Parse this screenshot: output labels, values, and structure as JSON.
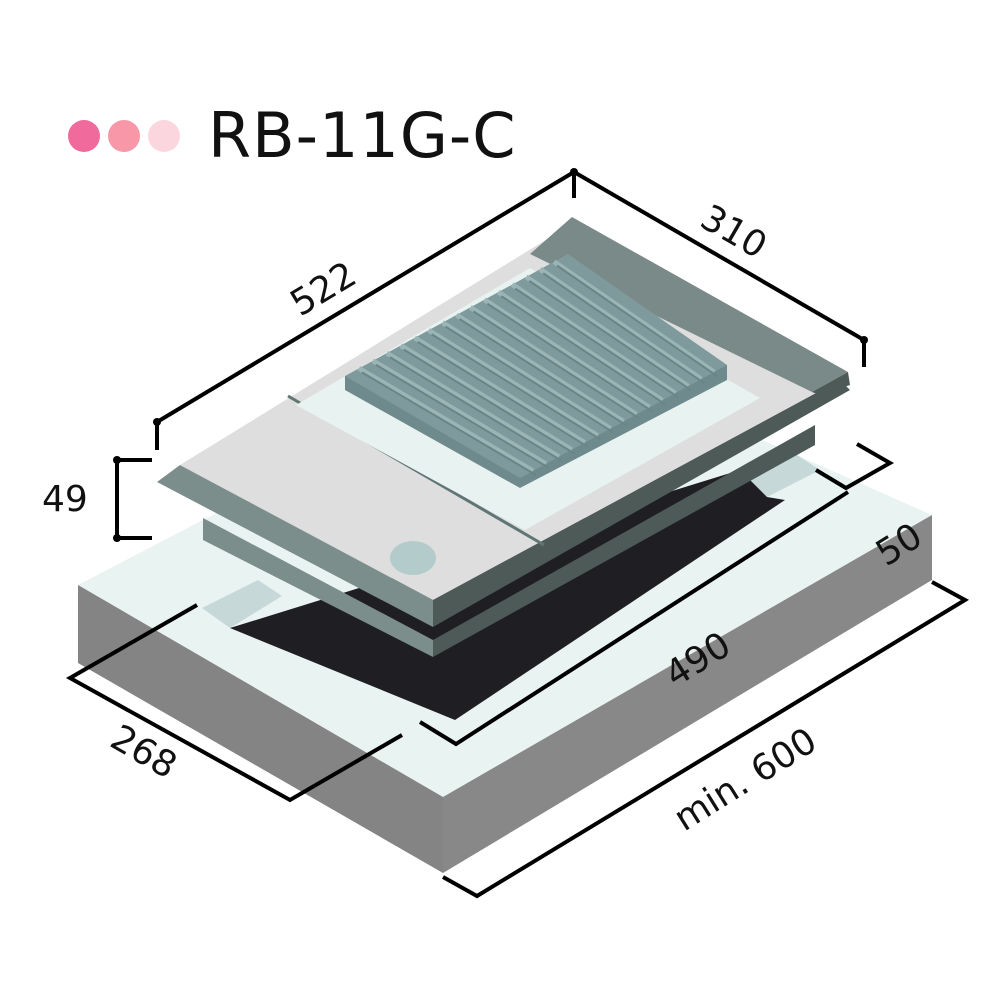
{
  "header": {
    "model_name": "RB-11G-C",
    "color_dots": [
      {
        "name": "dot-dark-pink",
        "color": "#f06a9b"
      },
      {
        "name": "dot-medium-pink",
        "color": "#f897a8"
      },
      {
        "name": "dot-light-pink",
        "color": "#fbd6df"
      }
    ]
  },
  "dimensions": {
    "depth_appliance": "522",
    "width_appliance": "310",
    "height_above_counter": "49",
    "distance_back": "50",
    "cutout_length": "490",
    "cutout_width": "268",
    "countertop_min": "min. 600"
  },
  "colors": {
    "counter_top": "#e9f3f1",
    "counter_side": "#848484",
    "cutout_hole": "#1f1e23",
    "cutout_edge": "#c6d8d8",
    "appliance_top": "#dedede",
    "appliance_rim": "#7b8e8c",
    "appliance_rim_dark": "#4d5a58",
    "grill_plate": "#7f9a9c",
    "grill_ridge": "#9bb5b6",
    "grill_tray": "#e8f3f1",
    "back_panel": "#7a8a88",
    "knob": "#b3cccb"
  }
}
